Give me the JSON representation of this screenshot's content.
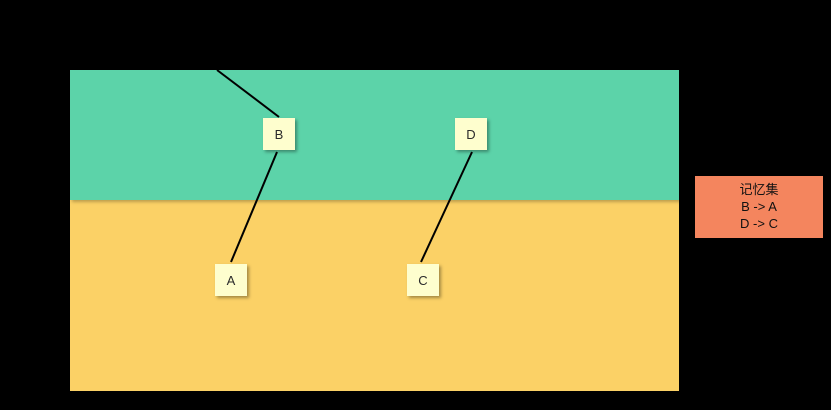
{
  "diagram": {
    "colors": {
      "background": "#000000",
      "upper_region": "#5cd3a9",
      "lower_region": "#fbd166",
      "node_fill": "#fefece",
      "legend_fill": "#f4855e",
      "edge_stroke": "#000000"
    },
    "nodes": [
      {
        "id": "a",
        "label": "A"
      },
      {
        "id": "b",
        "label": "B"
      },
      {
        "id": "c",
        "label": "C"
      },
      {
        "id": "d",
        "label": "D"
      }
    ],
    "edges": [
      {
        "name": "incoming-to-b",
        "from": "",
        "to": "B"
      },
      {
        "name": "b-to-a",
        "from": "B",
        "to": "A"
      },
      {
        "name": "d-to-c",
        "from": "D",
        "to": "C"
      }
    ],
    "legend": {
      "title": "记忆集",
      "entries": [
        "B -> A",
        "D -> C"
      ]
    }
  }
}
